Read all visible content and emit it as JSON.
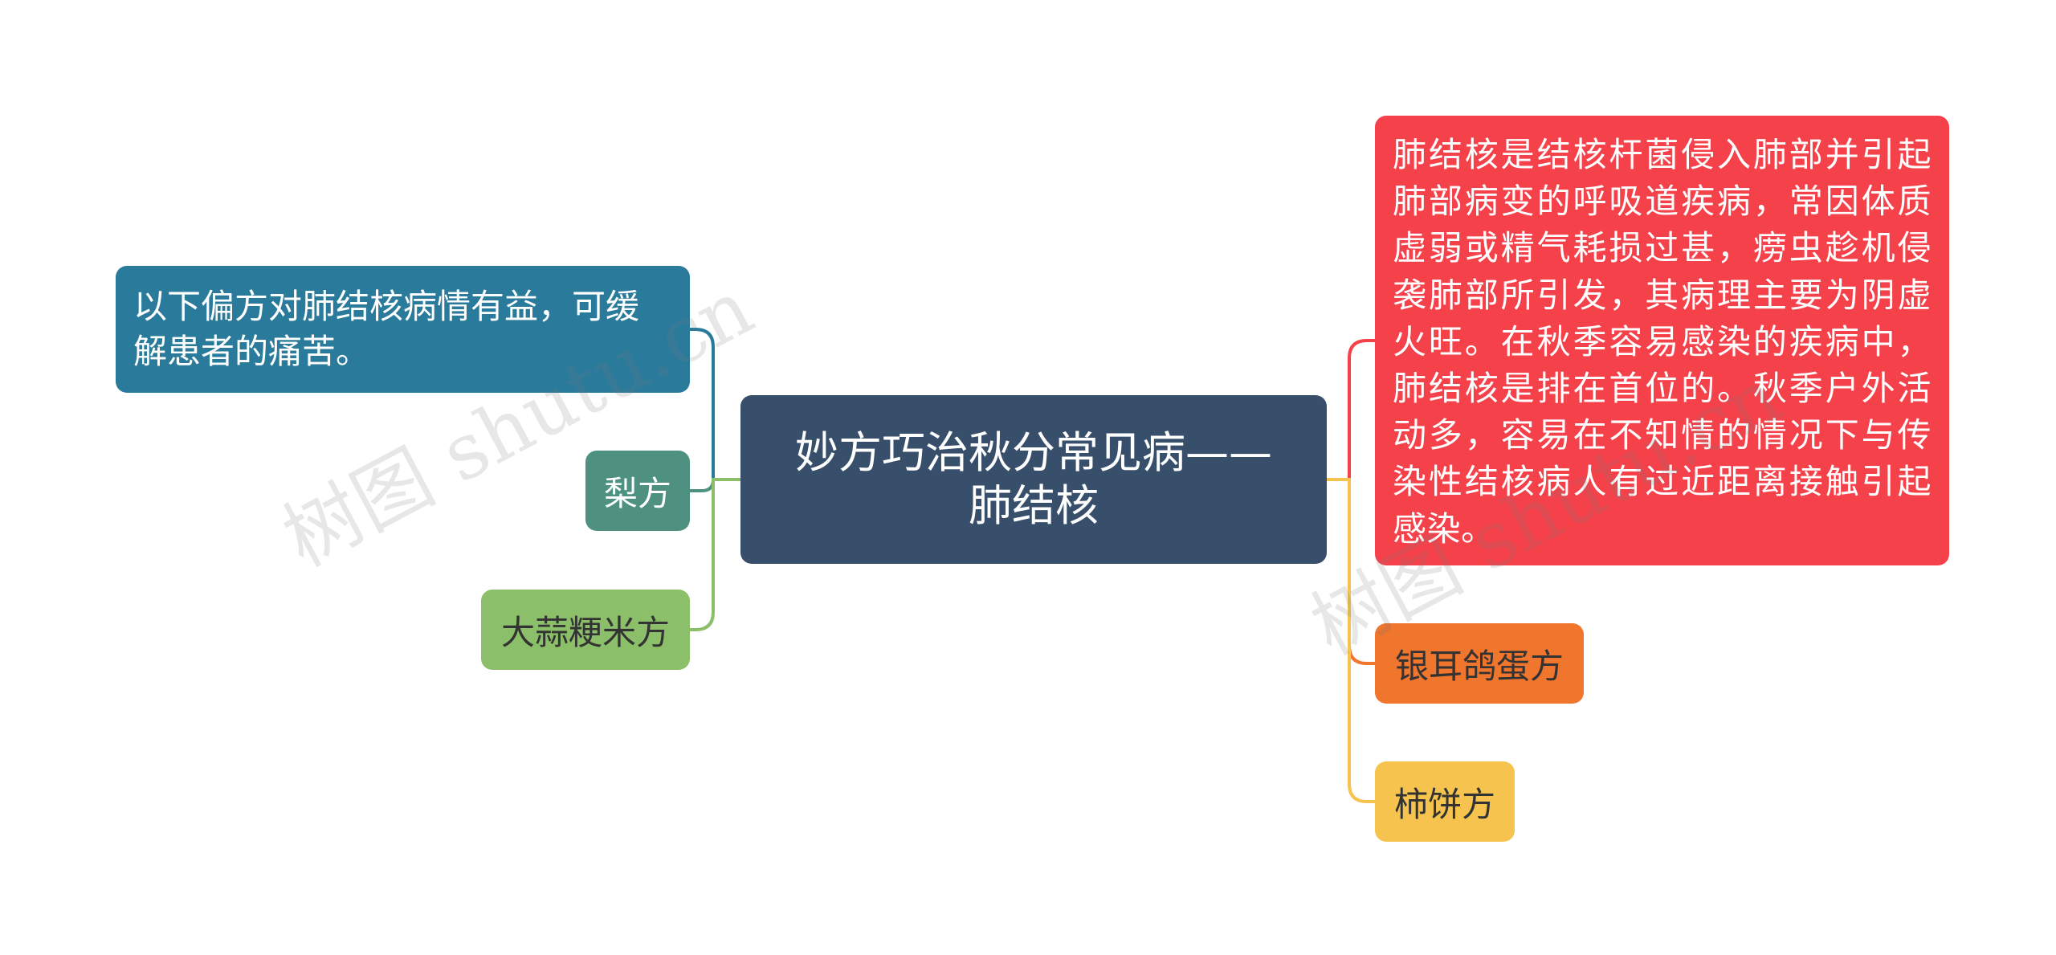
{
  "central": {
    "line1": "妙方巧治秋分常见病——",
    "line2": "肺结核"
  },
  "left": {
    "intro_line1": "以下偏方对肺结核病情有益，可缓",
    "intro_line2": "解患者的痛苦。",
    "pear": "梨方",
    "garlic": "大蒜粳米方"
  },
  "right": {
    "description": "肺结核是结核杆菌侵入肺部并引起肺部病变的呼吸道疾病，常因体质虚弱或精气耗损过甚，痨虫趁机侵袭肺部所引发，其病理主要为阴虚火旺。在秋季容易感染的疾病中，肺结核是排在首位的。秋季户外活动多，容易在不知情的情况下与传染性结核病人有过近距离接触引起感染。",
    "tremella": "银耳鸽蛋方",
    "persimmon": "柿饼方"
  },
  "watermark": {
    "text1": "树图 shutu.cn",
    "text2": "树图 shutu.cn"
  },
  "colors": {
    "central": "#374f6b",
    "left_intro": "#2a7b9b",
    "pear": "#4e9181",
    "garlic": "#8cbf69",
    "right_desc": "#f5414a",
    "tremella": "#f0752d",
    "persimmon": "#f6c44e"
  }
}
